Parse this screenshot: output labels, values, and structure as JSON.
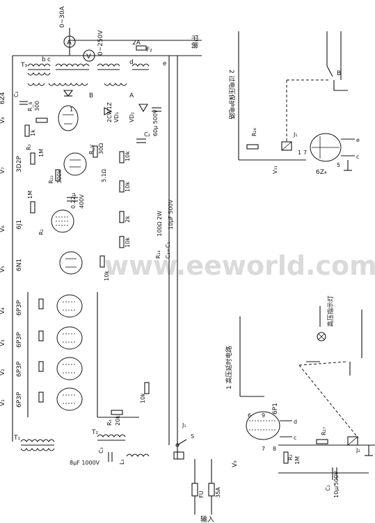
{
  "watermark": "www.eeworld.com.cn",
  "main_circuit": {
    "top": {
      "ammeter_label": "0~30A",
      "ammeter_symbol": "A",
      "voltmeter_label": "0~250V",
      "voltmeter_symbol": "V",
      "fuse_rating": "2A",
      "fuse_ref": "F₂",
      "output_label": "输出",
      "node_e": "e",
      "node_d": "d",
      "node_c": "c",
      "node_b": "b",
      "transformer_ref": "T₃"
    },
    "tubes": {
      "v8": "V₈",
      "v8_type": "6Z4",
      "v7": "V₇",
      "v7_type": "3D2P",
      "v6": "V₆",
      "v6_type": "6J1",
      "v5": "V₅",
      "v5_type": "6N1",
      "v4": "V₄",
      "v4_type": "6P3P",
      "v3": "V₃",
      "v3_type": "6P3P",
      "v2": "V₂",
      "v2_type": "6P3P",
      "v1": "V₁",
      "v1_type": "6P3P"
    },
    "components": {
      "c1": "C₁",
      "r_s": "R_s",
      "r_s_val": "300",
      "r_1k": "1k",
      "r3": "R₃",
      "r3_val": "1M",
      "r22": "R₂₂",
      "r22_val": "300k",
      "r_v": "R_v",
      "r_v_val": "30Ω",
      "r_5_1": "5.1Ω",
      "r_10k_a": "10k",
      "r_10k_b": "10k",
      "r_2k": "2k",
      "r_10k_c": "10k",
      "r2": "R₂",
      "r2_val": "1M",
      "c_022": "0.22μ",
      "c_400v": "400V",
      "c2": "C₂",
      "c_60": "60μ 500V",
      "vd_a": "VD₁",
      "vd_a_val": "2CW1Z",
      "vd_b": "VD₂",
      "r_100": "100Ω 2W",
      "c_10": "10μF 500V",
      "r_14": "R₁₄",
      "c_c1": "C₁~C₁",
      "r_20k": "20k",
      "r1": "R₁",
      "r_10k_d": "10k",
      "r_10k_e": "10k",
      "c_8u": "8μF 1000V",
      "l1": "L₁",
      "c3": "C₃",
      "fu": "FU",
      "fu_rating": "35A",
      "input_label": "输入",
      "t1": "T₁",
      "t2": "T₂",
      "switch_s": "S",
      "j1": "J₁",
      "node_a": "A",
      "node_b_up": "B"
    }
  },
  "overvoltage_circuit": {
    "title": "2 过电压保护电路",
    "relay": "J₁",
    "resistor": "R₂₈",
    "tube": "6Z₄",
    "tube_ref": "V₁₁",
    "node_b": "B",
    "pin_1": "1",
    "pin_7": "7",
    "pin_5": "5",
    "node_e": "e",
    "node_c": "c"
  },
  "delay_circuit": {
    "title": "1 高压延时电路",
    "indicator": "高压指示灯",
    "tube": "6P1",
    "tube_ref": "V₉",
    "relay": "J₂",
    "resistor_r27": "R₂₇",
    "resistor_r_m": "R₂",
    "resistor_val": "1M",
    "cap": "C₂",
    "cap_val": "10μ/500V",
    "relay_j1": "J₁",
    "pin_6": "6",
    "pin_9": "9",
    "pin_7": "7",
    "pin_8": "8",
    "node_d": "d",
    "node_c": "c"
  }
}
